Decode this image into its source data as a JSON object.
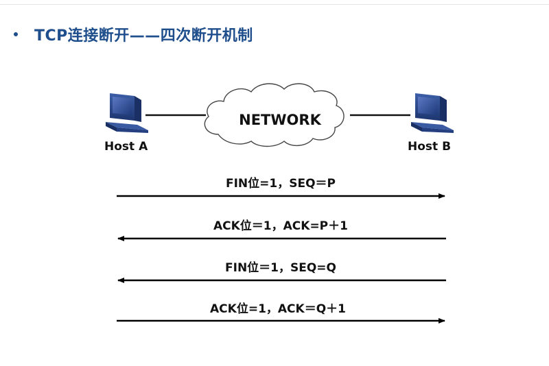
{
  "page": {
    "title": "TCP连接断开——四次断开机制"
  },
  "diagram": {
    "network_label": "NETWORK",
    "host_a_label": "Host A",
    "host_b_label": "Host B",
    "messages": [
      {
        "text": "FIN位=1，SEQ＝P",
        "direction": "right"
      },
      {
        "text": "ACK位＝1，ACK=P＋1",
        "direction": "left"
      },
      {
        "text": "FIN位＝1，SEQ=Q",
        "direction": "left"
      },
      {
        "text": "ACK位=1，ACK＝Q＋1",
        "direction": "right"
      }
    ],
    "colors": {
      "title": "#1f4e8c",
      "computer": "#2f4f8f",
      "arrow": "#000000"
    }
  }
}
